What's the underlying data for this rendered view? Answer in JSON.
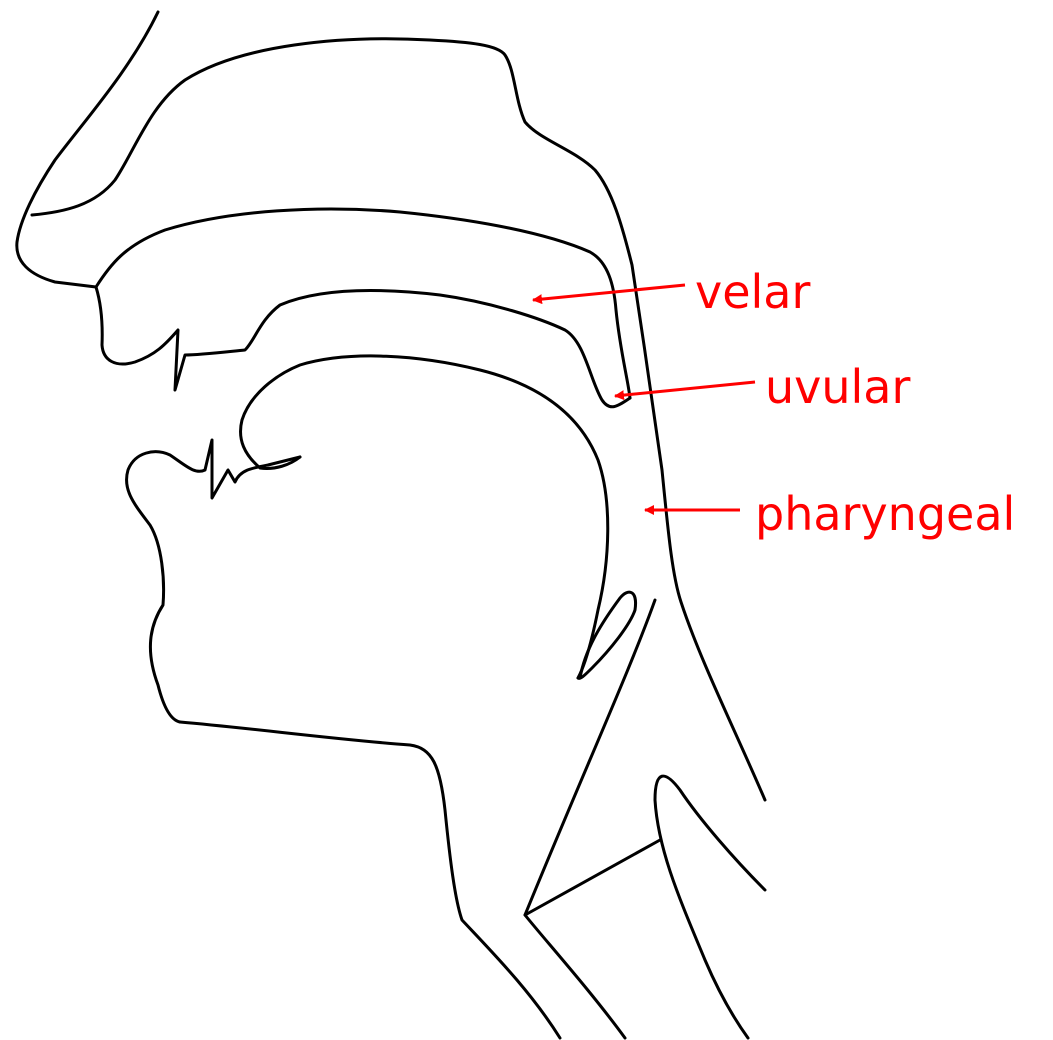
{
  "colors": {
    "outline": "#000000",
    "annotation": "#ff0000",
    "background": "#ffffff"
  },
  "labels": {
    "velar": "velar",
    "uvular": "uvular",
    "pharyngeal": "pharyngeal"
  }
}
